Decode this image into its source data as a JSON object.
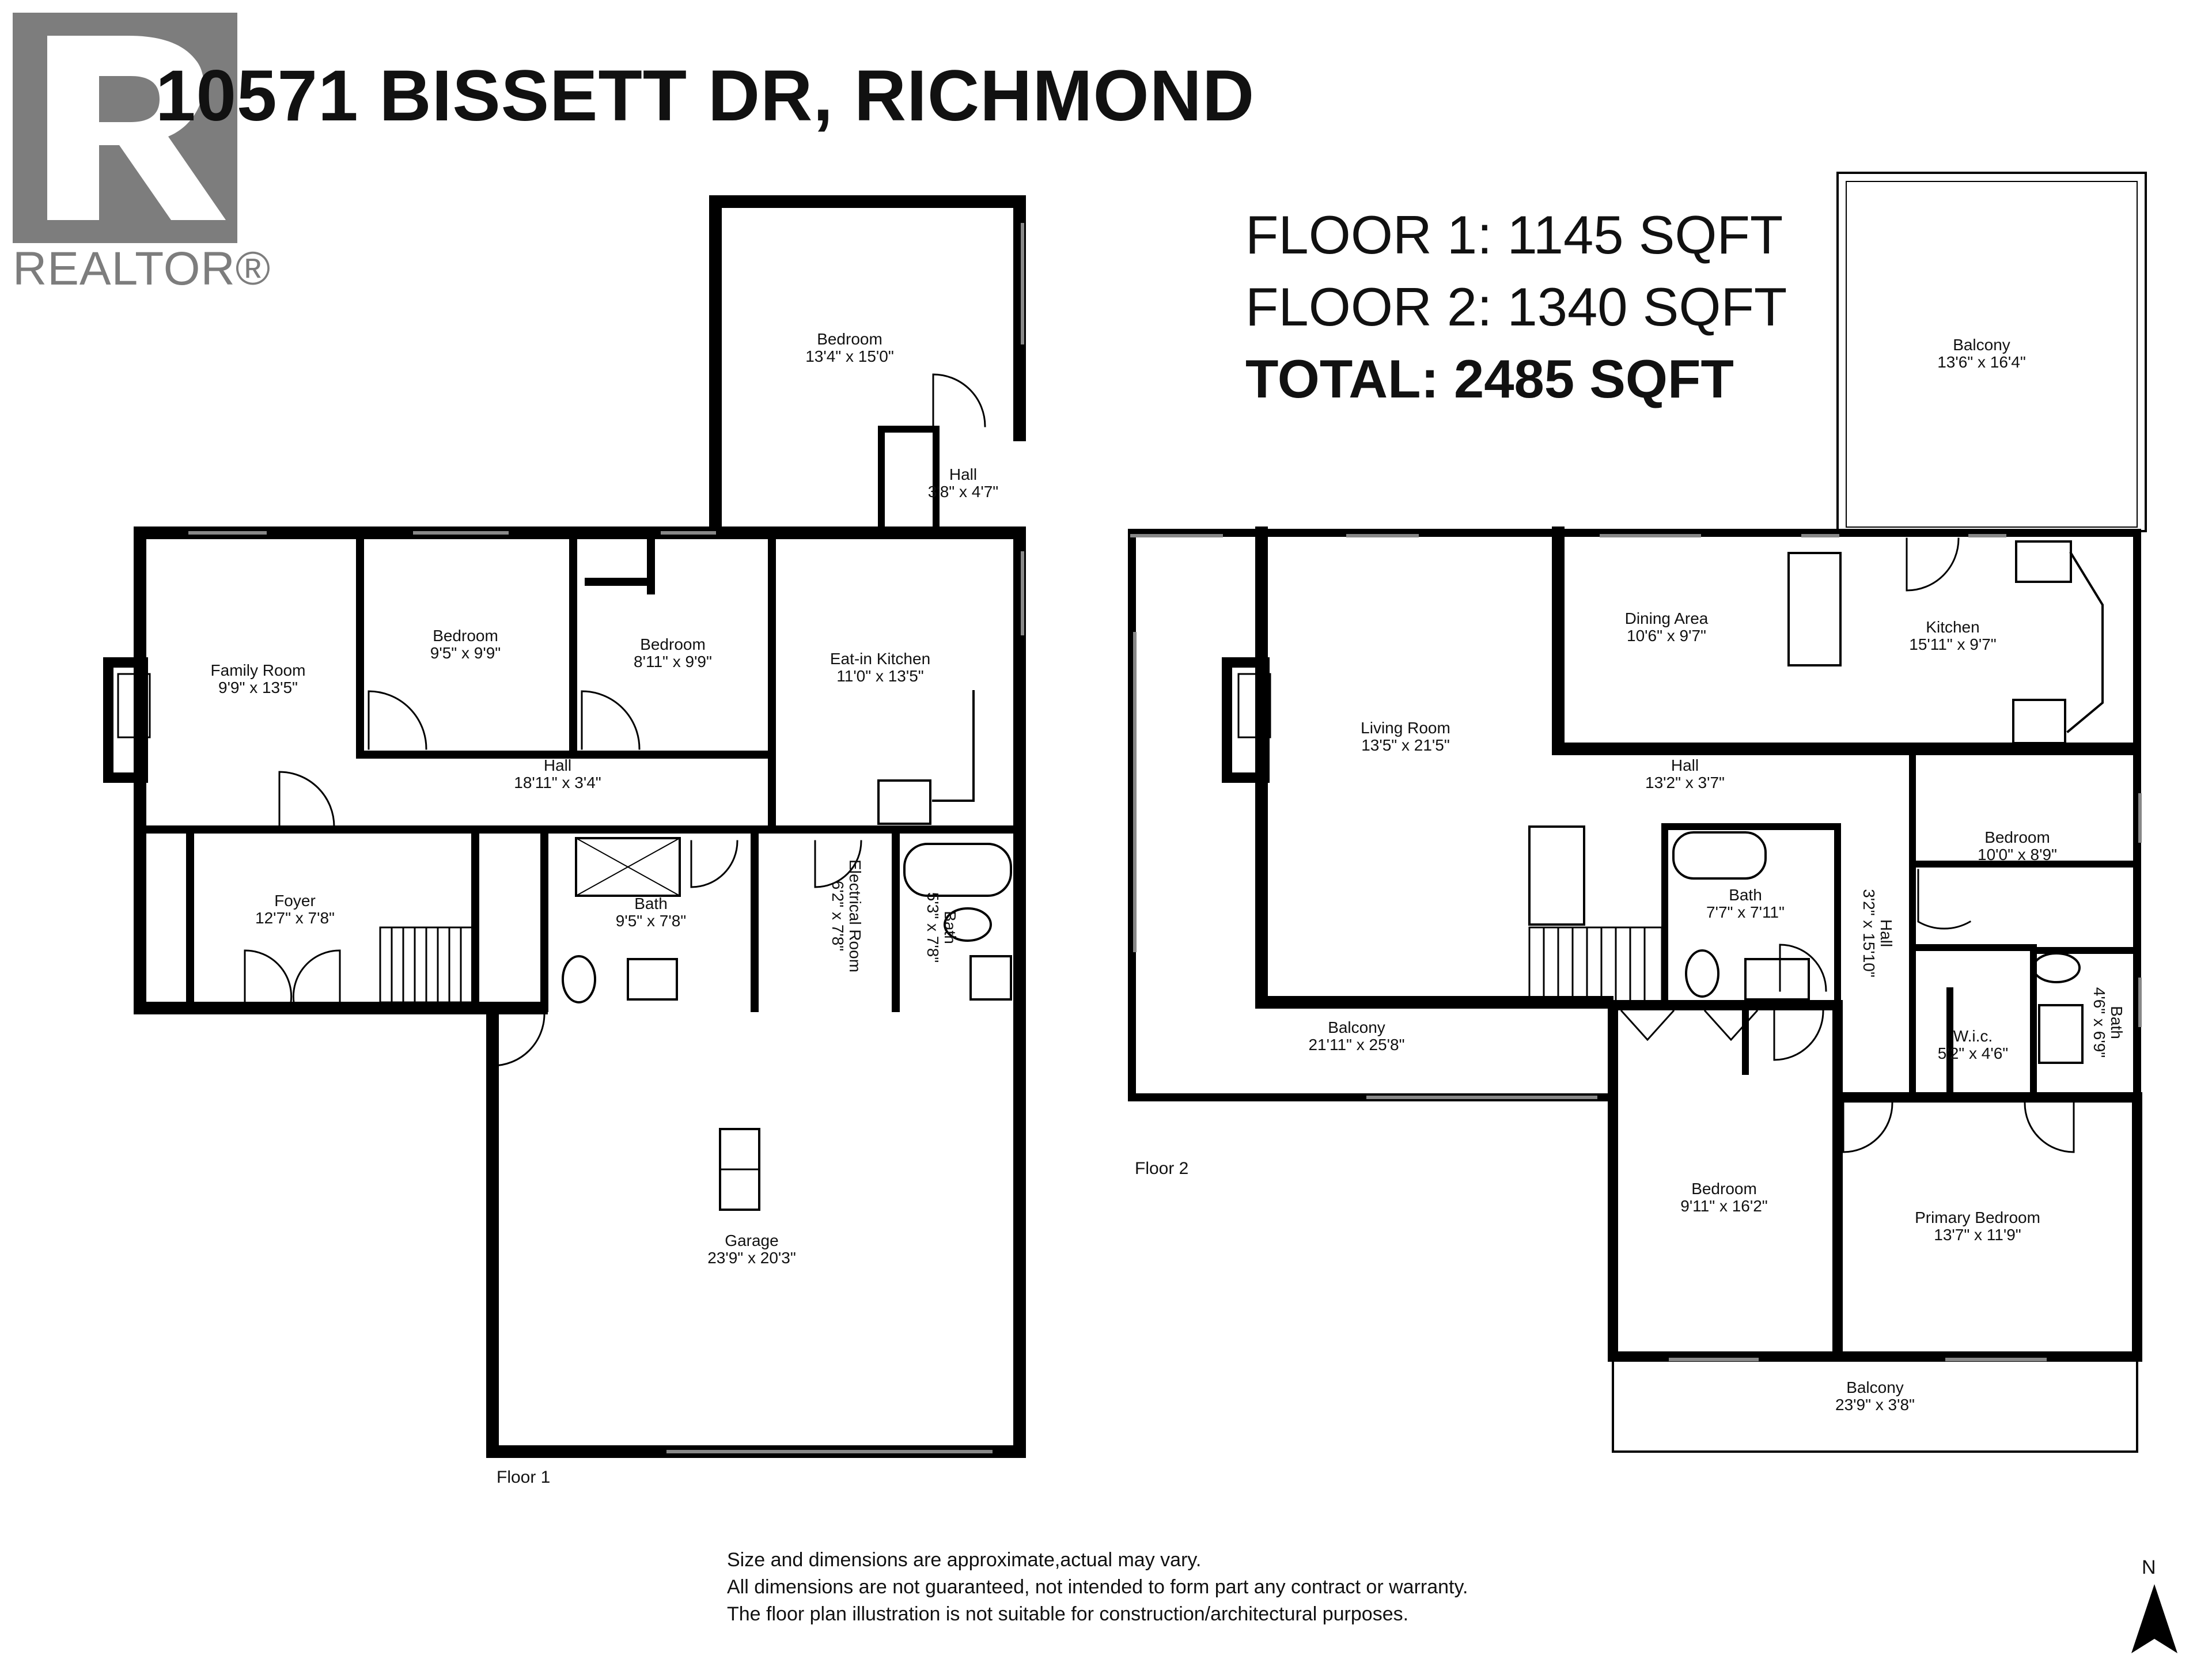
{
  "header": {
    "address": "10571 BISSETT DR, RICHMOND"
  },
  "logo": {
    "brand_text": "REALTOR®",
    "color": "#7d7d7d"
  },
  "totals": {
    "floor1": "FLOOR 1: 1145 SQFT",
    "floor2": "FLOOR 2: 1340 SQFT",
    "total": "TOTAL: 2485 SQFT"
  },
  "floors": {
    "floor1_label": "Floor 1",
    "floor2_label": "Floor 2"
  },
  "rooms": {
    "f1_bedroom_top": {
      "name": "Bedroom",
      "dims": "13'4\" x 15'0\""
    },
    "f1_hall_small": {
      "name": "Hall",
      "dims": "3'8\" x 4'7\""
    },
    "f1_family": {
      "name": "Family Room",
      "dims": "9'9\" x 13'5\""
    },
    "f1_bedroom_a": {
      "name": "Bedroom",
      "dims": "9'5\" x 9'9\""
    },
    "f1_bedroom_b": {
      "name": "Bedroom",
      "dims": "8'11\" x 9'9\""
    },
    "f1_kitchen": {
      "name": "Eat-in Kitchen",
      "dims": "11'0\" x 13'5\""
    },
    "f1_hall": {
      "name": "Hall",
      "dims": "18'11\" x 3'4\""
    },
    "f1_foyer": {
      "name": "Foyer",
      "dims": "12'7\" x 7'8\""
    },
    "f1_bath": {
      "name": "Bath",
      "dims": "9'5\" x 7'8\""
    },
    "f1_electrical": {
      "name": "Electrical Room",
      "dims": "6'2\" x 7'8\""
    },
    "f1_bath_small": {
      "name": "Bath",
      "dims": "5'3\" x 7'8\""
    },
    "f1_garage": {
      "name": "Garage",
      "dims": "23'9\" x 20'3\""
    },
    "f2_balcony_top": {
      "name": "Balcony",
      "dims": "13'6\" x 16'4\""
    },
    "f2_living": {
      "name": "Living Room",
      "dims": "13'5\" x 21'5\""
    },
    "f2_dining": {
      "name": "Dining Area",
      "dims": "10'6\" x 9'7\""
    },
    "f2_kitchen": {
      "name": "Kitchen",
      "dims": "15'11\" x 9'7\""
    },
    "f2_hall": {
      "name": "Hall",
      "dims": "13'2\" x 3'7\""
    },
    "f2_bedroom_r": {
      "name": "Bedroom",
      "dims": "10'0\" x 8'9\""
    },
    "f2_bath": {
      "name": "Bath",
      "dims": "7'7\" x 7'11\""
    },
    "f2_hall_v": {
      "name": "Hall",
      "dims": "3'2\" x 15'10\""
    },
    "f2_bath_small": {
      "name": "Bath",
      "dims": "4'6\" x 6'9\""
    },
    "f2_wic": {
      "name": "W.i.c.",
      "dims": "5'2\" x 4'6\""
    },
    "f2_balcony_left": {
      "name": "Balcony",
      "dims": "21'11\" x 25'8\""
    },
    "f2_bedroom_b": {
      "name": "Bedroom",
      "dims": "9'11\" x 16'2\""
    },
    "f2_primary": {
      "name": "Primary Bedroom",
      "dims": "13'7\" x 11'9\""
    },
    "f2_balcony_bottom": {
      "name": "Balcony",
      "dims": "23'9\" x 3'8\""
    }
  },
  "disclaimer": {
    "line1": "Size and dimensions are approximate,actual may vary.",
    "line2": "All dimensions are not guaranteed, not intended to form part any contract or warranty.",
    "line3": "The floor plan illustration is not suitable for construction/architectural purposes."
  },
  "compass": {
    "label": "N"
  }
}
